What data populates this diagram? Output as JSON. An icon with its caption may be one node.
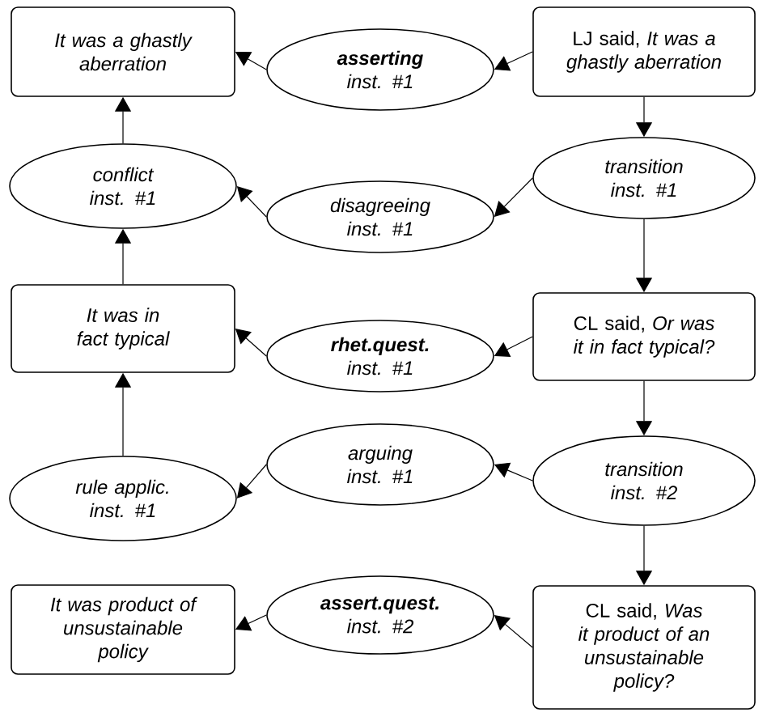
{
  "diagram": {
    "nodes": [
      {
        "text": [
          "It was a ghastly aberration"
        ]
      },
      {
        "text": [
          "**asserting** inst. #1"
        ]
      },
      {
        "text": [
          "LJ said, *It was a ghastly aberration*"
        ]
      },
      {
        "text": [
          "conflict inst. #1"
        ]
      },
      {
        "text": [
          "disagreeing inst. #1"
        ]
      },
      {
        "text": [
          "transition inst. #1"
        ]
      },
      {
        "text": [
          "It was in fact typical"
        ]
      },
      {
        "text": [
          "**rhet.quest.** inst. #1"
        ]
      },
      {
        "text": [
          "CL said, *Or was it in fact typical?*"
        ]
      },
      {
        "text": [
          "rule applic. inst. #1"
        ]
      },
      {
        "text": [
          "arguing inst. #1"
        ]
      },
      {
        "text": [
          "transition inst. #2"
        ]
      },
      {
        "text": [
          "It was product of unsustainable policy"
        ]
      },
      {
        "text": [
          "**assert.quest.** inst. #2"
        ]
      },
      {
        "text": [
          "CL said, *Was it product of an unsustainable policy?*"
        ]
      }
    ],
    "edges": [
      {
        "from": 2,
        "to": 1,
        "arrow": "to"
      },
      {
        "from": 1,
        "to": 0,
        "arrow": "to"
      },
      {
        "from": 2,
        "to": 5,
        "arrow": "to"
      },
      {
        "from": 5,
        "to": 4,
        "arrow": "to"
      },
      {
        "from": 4,
        "to": 3,
        "arrow": "to"
      },
      {
        "from": 3,
        "to": 0,
        "arrow": "to"
      },
      {
        "from": 5,
        "to": 8,
        "arrow": "to"
      },
      {
        "from": 8,
        "to": 7,
        "arrow": "to"
      },
      {
        "from": 7,
        "to": 6,
        "arrow": "to"
      },
      {
        "from": 6,
        "to": 3,
        "arrow": "to"
      },
      {
        "from": 8,
        "to": 11,
        "arrow": "to"
      },
      {
        "from": 11,
        "to": 10,
        "arrow": "to"
      },
      {
        "from": 10,
        "to": 9,
        "arrow": "to"
      },
      {
        "from": 9,
        "to": 6,
        "arrow": "to"
      },
      {
        "from": 11,
        "to": 14,
        "arrow": "to"
      },
      {
        "from": 14,
        "to": 13,
        "arrow": "to"
      },
      {
        "from": 13,
        "to": 12,
        "arrow": "to"
      }
    ]
  }
}
